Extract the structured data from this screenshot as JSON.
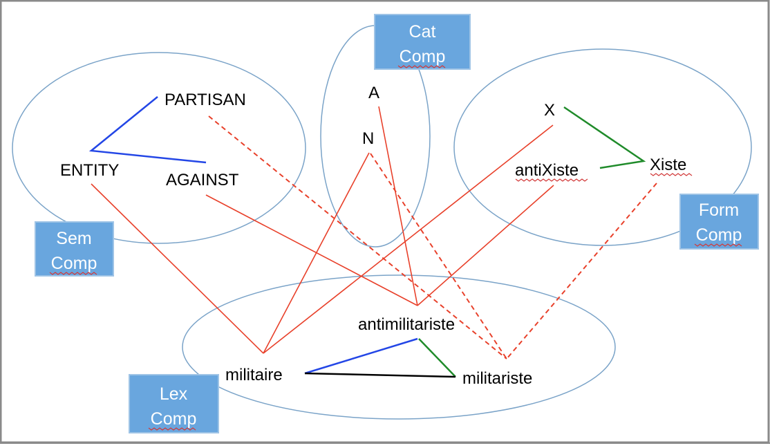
{
  "title": "",
  "colors": {
    "ellipse": "#7aa3c8",
    "box_fill": "#69a6de",
    "box_stroke": "#9fc4e6",
    "red": "#e8402a",
    "blue": "#2346e6",
    "green": "#1f8b2a",
    "black": "#000000"
  },
  "components": {
    "sem": {
      "line1": "Sem",
      "line2": "Comp"
    },
    "cat": {
      "line1": "Cat",
      "line2": "Comp"
    },
    "form": {
      "line1": "Form",
      "line2": "Comp"
    },
    "lex": {
      "line1": "Lex",
      "line2": "Comp"
    }
  },
  "nodes": {
    "partisan": "PARTISAN",
    "entity": "ENTITY",
    "against": "AGAINST",
    "a": "A",
    "n": "N",
    "x": "X",
    "antixiste": "antiXiste",
    "xiste": "Xiste",
    "antimilitariste": "antimilitariste",
    "militaire": "militaire",
    "militariste": "militariste"
  }
}
